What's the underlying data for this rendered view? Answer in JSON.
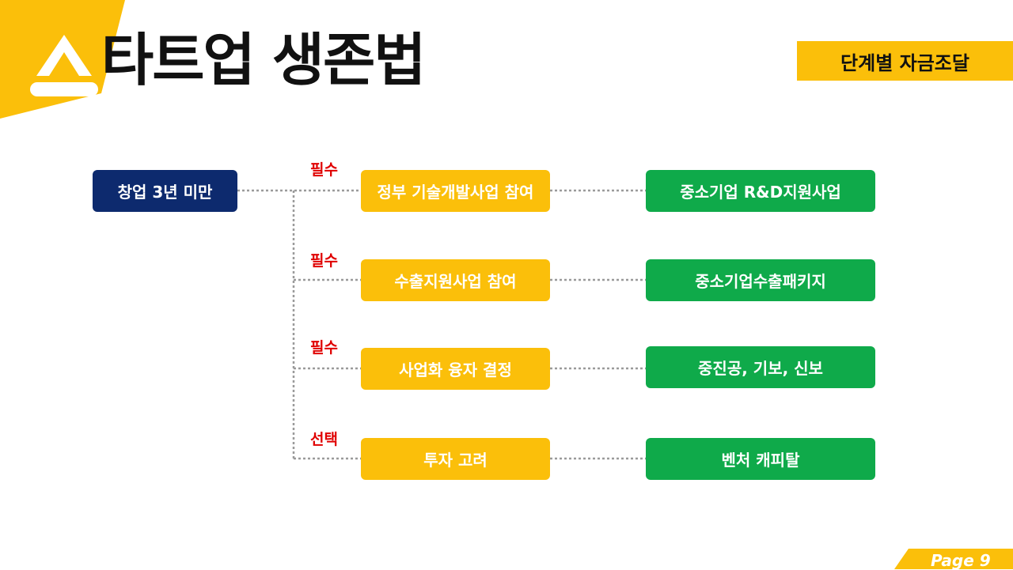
{
  "header": {
    "title_initial": "스",
    "title_rest": "타트업 생존법",
    "tag": "단계별 자금조달"
  },
  "diagram": {
    "start": "창업 3년 미만",
    "rows": [
      {
        "requirement": "필수",
        "step": "정부 기술개발사업 참여",
        "program": "중소기업 R&D지원사업"
      },
      {
        "requirement": "필수",
        "step": "수출지원사업 참여",
        "program": "중소기업수출패키지"
      },
      {
        "requirement": "필수",
        "step": "사업화 융자 결정",
        "program": "중진공, 기보, 신보"
      },
      {
        "requirement": "선택",
        "step": "투자 고려",
        "program": "벤처 캐피탈"
      }
    ]
  },
  "footer": {
    "page": "Page 9"
  },
  "colors": {
    "accent_yellow": "#fbbf0a",
    "navy": "#0d2a6e",
    "green": "#0faa4a",
    "required_red": "#e00000"
  }
}
